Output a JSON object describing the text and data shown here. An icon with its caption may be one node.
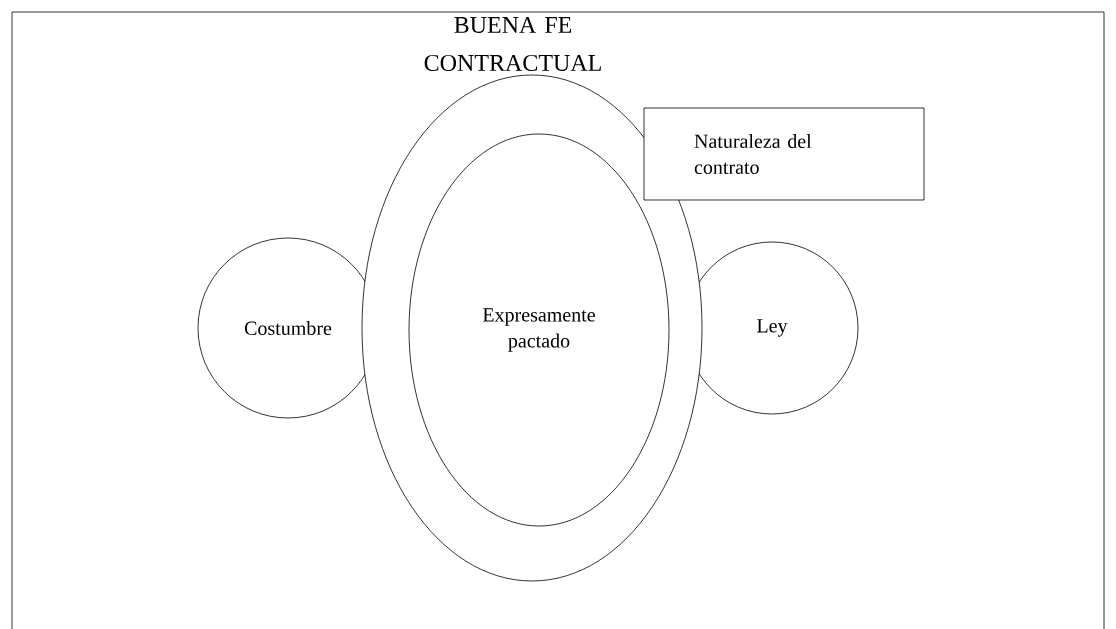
{
  "diagram": {
    "nodes": [
      {
        "text": [
          "BUENA FE CONTRACTUAL"
        ]
      },
      {
        "text": [
          "Naturaleza del contrato"
        ]
      },
      {
        "text": [
          "Expresamente pactado"
        ],
        "in": 0
      },
      {
        "text": [
          "Costumbre"
        ]
      },
      {
        "text": [
          "Ley"
        ]
      }
    ]
  }
}
